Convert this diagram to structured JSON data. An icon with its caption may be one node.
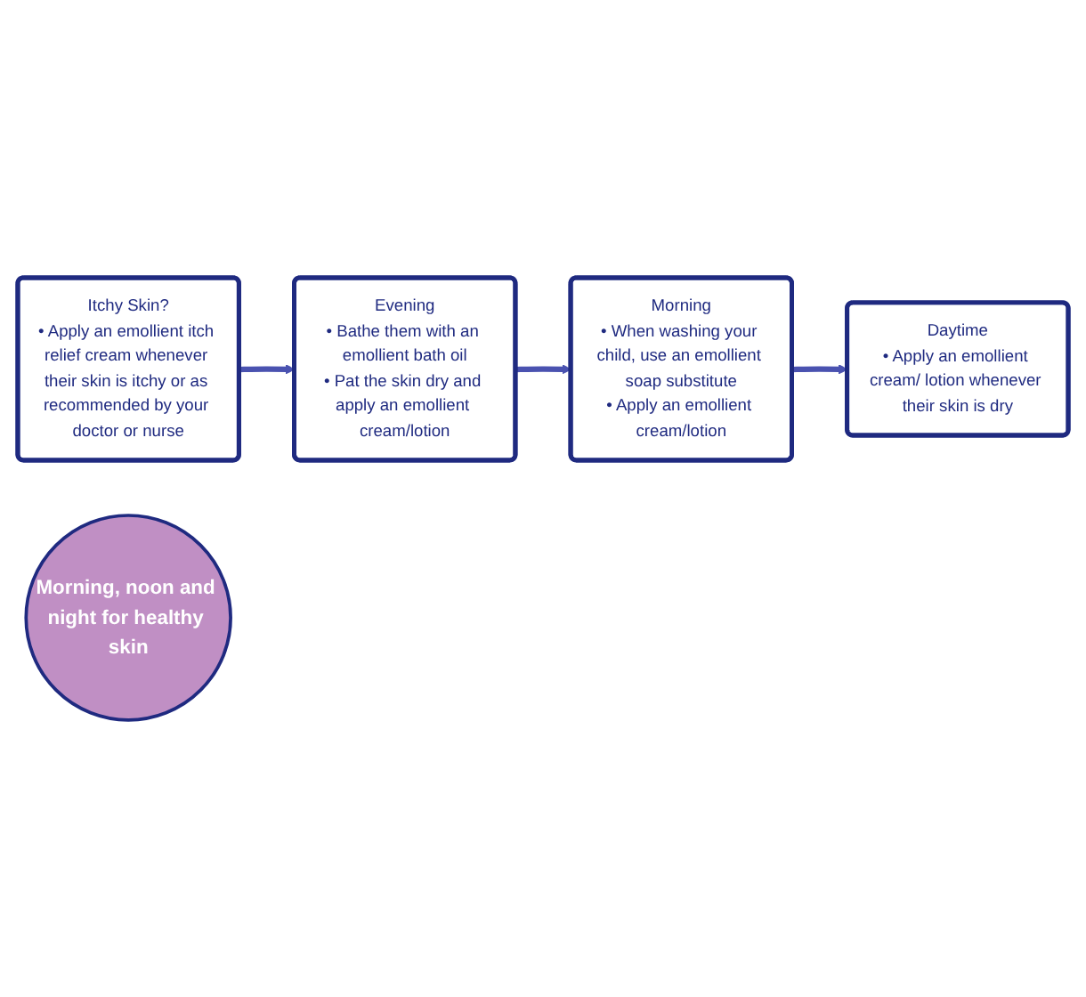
{
  "diagram": {
    "nodes": [
      {
        "text": [
          "Morning",
          "• When washing your child, use an emollient soap substitute",
          "• Apply an emollient cream/lotion"
        ]
      },
      {
        "text": [
          "Daytime",
          "• Apply an emollient cream/ lotion whenever their skin is dry"
        ]
      },
      {
        "text": [
          "Itchy Skin?",
          "• Apply an emollient itch relief cream whenever their skin is itchy or as recommended by your doctor or nurse"
        ]
      },
      {
        "text": [
          "Evening",
          "• Bathe them with an emollient bath oil",
          "• Pat the skin dry and apply an emollient cream/lotion"
        ]
      },
      {
        "text": [
          "Morning, noon and night for healthy skin"
        ]
      }
    ],
    "edges": [
      {
        "from": 0,
        "to": 1,
        "arrow": "to"
      },
      {
        "from": 2,
        "to": 3,
        "arrow": "to"
      },
      {
        "from": 3,
        "to": 0,
        "arrow": "to"
      }
    ]
  }
}
